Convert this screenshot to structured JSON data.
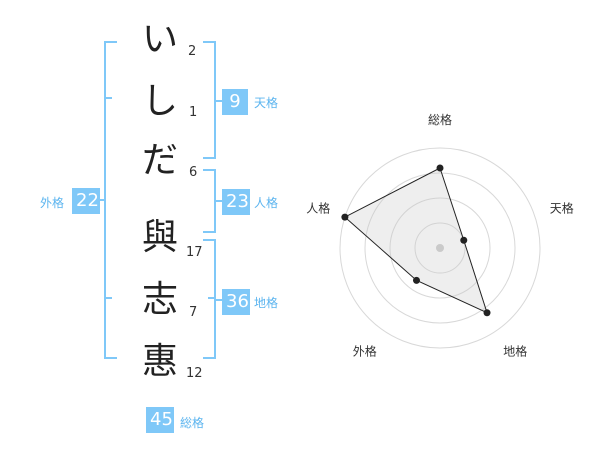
{
  "name": {
    "characters": [
      {
        "char": "い",
        "strokes": "2"
      },
      {
        "char": "し",
        "strokes": "1"
      },
      {
        "char": "だ",
        "strokes": "6"
      },
      {
        "char": "與",
        "strokes": "17"
      },
      {
        "char": "志",
        "strokes": "7"
      },
      {
        "char": "惠",
        "strokes": "12"
      }
    ]
  },
  "kakusu": {
    "tenkaku": {
      "value": "9",
      "label": "天格"
    },
    "jinkaku": {
      "value": "23",
      "label": "人格"
    },
    "chikaku": {
      "value": "36",
      "label": "地格"
    },
    "gaikaku": {
      "value": "22",
      "label": "外格"
    },
    "soukaku": {
      "value": "45",
      "label": "総格"
    }
  },
  "radar": {
    "axes": [
      "総格",
      "天格",
      "地格",
      "外格",
      "人格"
    ],
    "values": [
      0.8,
      0.25,
      0.8,
      0.4,
      1.0
    ],
    "rings": 4
  },
  "colors": {
    "accent": "#7fc8f8",
    "bracket": "#7fc8f8",
    "label": "#5bb4ef"
  }
}
